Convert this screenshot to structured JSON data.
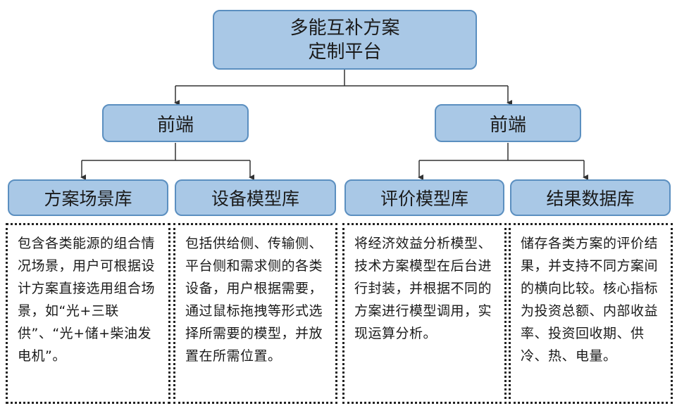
{
  "root": {
    "line1": "多能互补方案",
    "line2": "定制平台"
  },
  "branches": [
    {
      "label": "前端",
      "leaves": [
        "方案场景库",
        "设备模型库"
      ]
    },
    {
      "label": "前端",
      "leaves": [
        "评价模型库",
        "结果数据库"
      ]
    }
  ],
  "descriptions": [
    "包含各类能源的组合情况场景，用户可根据设计方案直接选用组合场景，如“光+三联供”、“光+储+柴油发电机”。",
    "包括供给侧、传输侧、平台侧和需求侧的各类设备，用户根据需要，通过鼠标拖拽等形式选择所需要的模型，并放置在所需位置。",
    "将经济效益分析模型、技术方案模型在后台进行封装，并根据不同的方案进行模型调用，实现运算分析。",
    "储存各类方案的评价结果，并支持不同方案间的横向比较。核心指标为投资总额、内部收益率、投资回收期、供冷、热、电量。"
  ],
  "colors": {
    "box_fill": "#a9c8e6",
    "box_border": "#5b8fc0",
    "line": "#333333"
  }
}
